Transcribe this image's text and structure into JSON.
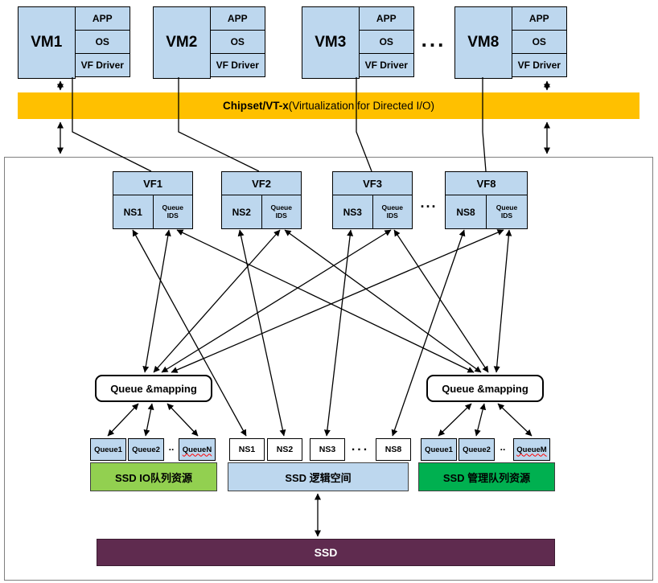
{
  "vms": [
    {
      "name": "VM1"
    },
    {
      "name": "VM2"
    },
    {
      "name": "VM3"
    },
    {
      "name": "VM8"
    }
  ],
  "vm_layers": {
    "app": "APP",
    "os": "OS",
    "driver": "VF Driver"
  },
  "chipset": {
    "bold": "Chipset/VT-x",
    "normal": "(Virtualization for Directed I/O)"
  },
  "vfs": [
    {
      "name": "VF1",
      "ns": "NS1"
    },
    {
      "name": "VF2",
      "ns": "NS2"
    },
    {
      "name": "VF3",
      "ns": "NS3"
    },
    {
      "name": "VF8",
      "ns": "NS8"
    }
  ],
  "labels": {
    "queue_ids_line1": "Queue",
    "queue_ids_line2": "IDS",
    "queue_mapping_left": "Queue &mapping",
    "queue_mapping_right": "Queue &mapping",
    "io_pool": "SSD IO队列资源",
    "logical_space": "SSD 逻辑空间",
    "mgmt_pool": "SSD 管理队列资源",
    "ssd": "SSD"
  },
  "io_queues": [
    "Queue1",
    "Queue2",
    "QueueN"
  ],
  "ns_row": [
    "NS1",
    "NS2",
    "NS3",
    "NS8"
  ],
  "mgmt_queues": [
    "Queue1",
    "Queue2",
    "QueueM"
  ],
  "dots": {
    "vm": "...",
    "vf": "...",
    "io": "..",
    "ns": "...",
    "mgmt": ".."
  },
  "colors": {
    "box_blue": "#BDD7EE",
    "chipset_orange": "#FFC000",
    "io_green": "#92D050",
    "mgmt_green": "#00B050",
    "ssd_plum": "#5F2B4F",
    "line": "#000000",
    "spellcheck_red": "#FF0000"
  }
}
